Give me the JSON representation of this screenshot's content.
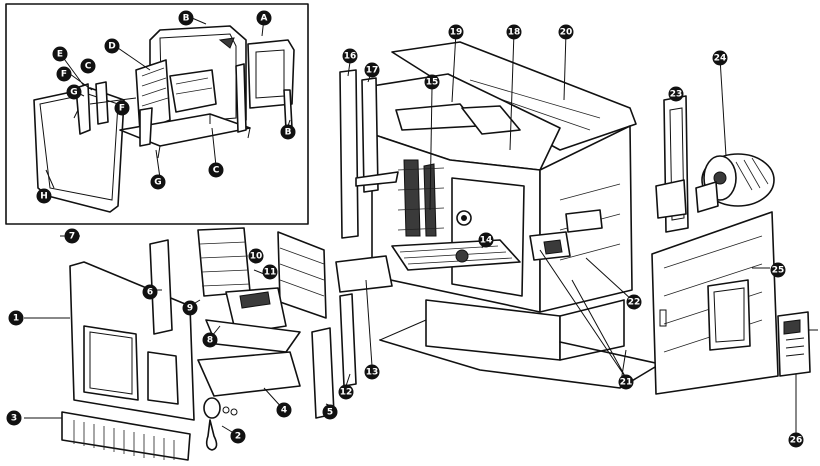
{
  "callouts": {
    "c1": "1",
    "c2": "2",
    "c3": "3",
    "c4": "4",
    "c5": "5",
    "c6": "6",
    "c7": "7",
    "c8": "8",
    "c9": "9",
    "c10": "10",
    "c11": "11",
    "c12": "12",
    "c13": "13",
    "c14": "14",
    "c15": "15",
    "c16": "16",
    "c17": "17",
    "c18": "18",
    "c19": "19",
    "c20": "20",
    "c21": "21",
    "c22": "22",
    "c23": "23",
    "c24": "24",
    "c25": "25",
    "c26": "26",
    "cA": "A",
    "cB1": "B",
    "cB2": "B",
    "cC1": "C",
    "cC2": "C",
    "cD": "D",
    "cE": "E",
    "cF1": "F",
    "cF2": "F",
    "cG1": "G",
    "cG2": "G",
    "cH": "H"
  }
}
